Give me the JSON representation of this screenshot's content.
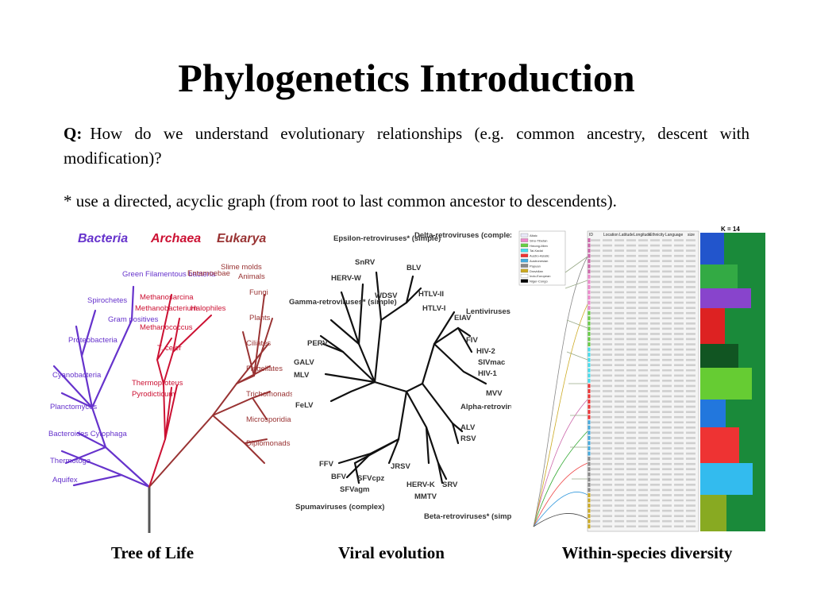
{
  "slide": {
    "title": "Phylogenetics Introduction",
    "question_prefix": "Q:",
    "question_text": "How do we understand evolutionary relationships (e.g. common ancestry, descent with modification)?",
    "answer_text": "* use a directed, acyclic graph (from root to last common ancestor to descendents)."
  },
  "figures": {
    "tree_of_life": {
      "caption": "Tree of Life",
      "domains": [
        "Bacteria",
        "Archaea",
        "Eukarya"
      ],
      "bacteria_taxa": [
        "Green Filamentous bacteria",
        "Spirochetes",
        "Gram positives",
        "Proteobacteria",
        "Cyanobacteria",
        "Planctomyces",
        "Bacteroides Cytophaga",
        "Thermotoga",
        "Aquifex"
      ],
      "archaea_taxa": [
        "Methanosarcina",
        "Methanobacterium",
        "Halophiles",
        "Methanococcus",
        "T. celer",
        "Thermoproteus",
        "Pyrodicticum"
      ],
      "eukarya_taxa": [
        "Entamoebae",
        "Slime molds",
        "Animals",
        "Fungi",
        "Plants",
        "Ciliates",
        "Flagellates",
        "Trichomonads",
        "Microsporidia",
        "Diplomonads"
      ],
      "colors": {
        "bacteria": "#6633cc",
        "archaea": "#cc1133",
        "eukarya": "#993333"
      }
    },
    "viral_evolution": {
      "caption": "Viral evolution",
      "labels": [
        "Epsilon-retroviruses* (simple)",
        "Delta-retroviruses (complex)",
        "SnRV",
        "BLV",
        "HERV-W",
        "WDSV",
        "HTLV-II",
        "HTLV-I",
        "Lentiviruses (complex)",
        "EIAV",
        "FIV",
        "HIV-2",
        "SIVmac",
        "HIV-1",
        "MVV",
        "Gamma-retroviruses* (simple)",
        "PERV",
        "GALV",
        "MLV",
        "FeLV",
        "Alpha-retroviruses* (simple)",
        "ALV",
        "RSV",
        "FFV",
        "BFV",
        "SFVcpz",
        "SFVagm",
        "JRSV",
        "HERV-K",
        "MMTV",
        "SRV",
        "Spumaviruses (complex)",
        "Beta-retroviruses* (simple)"
      ]
    },
    "within_species": {
      "caption": "Within-species diversity",
      "k_label": "K = 14",
      "legend": [
        "Altaic",
        "Sino-Tibetan",
        "Hmong-Mien",
        "Tai-Kadai",
        "Austro-Asiatic",
        "Austronesian",
        "Papuan",
        "Dravidian",
        "Indo-European",
        "Niger-Congo"
      ],
      "legend_colors": [
        "#e8e8f8",
        "#ee88cc",
        "#66cc44",
        "#44ddee",
        "#ee3333",
        "#44aadd",
        "#888888",
        "#ccaa22",
        "#ffffff",
        "#000000"
      ],
      "table_headers": [
        "ID",
        "Location",
        "Latitude",
        "Longitude",
        "Ethnicity",
        "Language",
        "size"
      ]
    }
  }
}
